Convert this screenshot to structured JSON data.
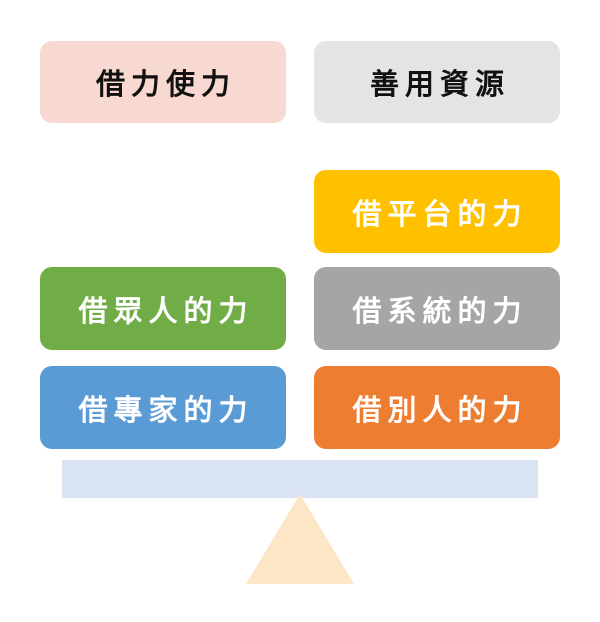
{
  "colors": {
    "pink": "#f8d9d1",
    "gray_light": "#e4e4e4",
    "gold": "#ffc000",
    "green": "#70ad47",
    "gray": "#a5a5a5",
    "blue": "#5b9bd5",
    "orange": "#ed7d31",
    "beam": "#d9e3f2",
    "fulcrum": "#fde6c5"
  },
  "labels": {
    "borrow_use": "借力使力",
    "good_resources": "善用資源",
    "platform": "借平台的力",
    "crowd": "借眾人的力",
    "system": "借系統的力",
    "expert": "借專家的力",
    "others": "借別人的力"
  }
}
